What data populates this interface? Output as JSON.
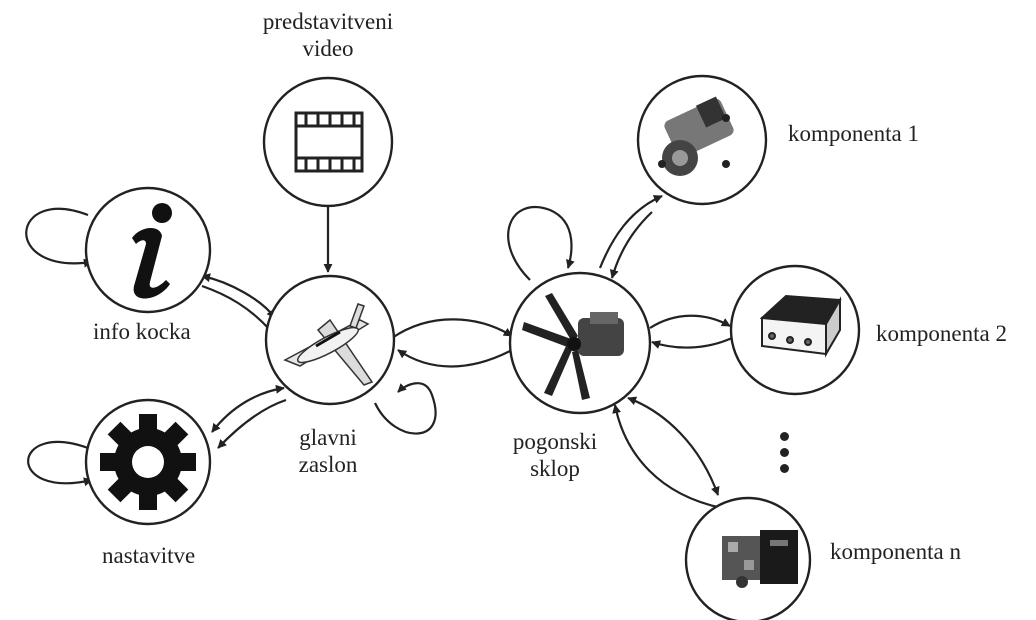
{
  "nodes": {
    "video": {
      "label_line1": "predstavitveni",
      "label_line2": "video",
      "icon": "film-strip-icon"
    },
    "info": {
      "label": "info kocka",
      "icon": "info-icon"
    },
    "settings": {
      "label": "nastavitve",
      "icon": "gear-icon"
    },
    "main": {
      "label_line1": "glavni",
      "label_line2": "zaslon",
      "icon": "airplane-icon"
    },
    "powertrain": {
      "label_line1": "pogonski",
      "label_line2": "sklop",
      "icon": "propeller-engine-icon"
    },
    "comp1": {
      "label": "komponenta 1",
      "icon": "motor-component-icon"
    },
    "comp2": {
      "label": "komponenta 2",
      "icon": "controller-box-icon"
    },
    "compn": {
      "label": "komponenta n",
      "icon": "engine-block-icon"
    }
  },
  "ellipsis": "⋮",
  "colors": {
    "stroke": "#222222",
    "background": "#ffffff"
  }
}
